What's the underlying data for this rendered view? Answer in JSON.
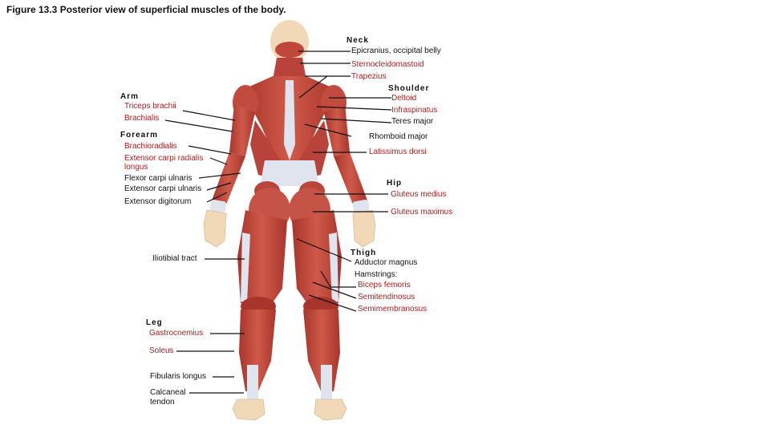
{
  "caption": "Figure 13.3 Posterior view of superficial muscles of the body.",
  "headers": {
    "neck": "Neck",
    "shoulder": "Shoulder",
    "arm": "Arm",
    "forearm": "Forearm",
    "hip": "Hip",
    "thigh": "Thigh",
    "leg": "Leg"
  },
  "labels": {
    "epicranius": "Epicranius, occipital belly",
    "sternocleidomastoid": "Sternocleidomastoid",
    "trapezius": "Trapezius",
    "deltoid": "Deltoid",
    "infraspinatus": "Infraspinatus",
    "teres_major": "Teres major",
    "rhomboid_major": "Rhomboid major",
    "latissimus_dorsi": "Latissimus dorsi",
    "triceps_brachii": "Triceps brachii",
    "brachialis": "Brachialis",
    "brachioradialis": "Brachioradialis",
    "ecr_longus_1": "Extensor carpi radialis",
    "ecr_longus_2": "longus",
    "fcu": "Flexor carpi ulnaris",
    "ecu": "Extensor carpi ulnaris",
    "ext_digitorum": "Extensor digitorum",
    "gluteus_medius": "Gluteus medius",
    "gluteus_maximus": "Gluteus maximus",
    "iliotibial": "Iliotibial tract",
    "adductor_magnus": "Adductor magnus",
    "hamstrings": "Hamstrings:",
    "biceps_femoris": "Biceps femoris",
    "semitendinosus": "Semitendinosus",
    "semimembranosus": "Semimembranosus",
    "gastrocnemius": "Gastrocnemius",
    "soleus": "Soleus",
    "fibularis_longus": "Fibularis longus",
    "calcaneal_1": "Calcaneal",
    "calcaneal_2": "tendon"
  },
  "colors": {
    "muscle": "#c0463a",
    "muscle_dark": "#9a2f27",
    "tendon": "#dfe4ee",
    "skin": "#f1d9b8",
    "leader": "#111111",
    "label_red": "#b01c1c"
  }
}
